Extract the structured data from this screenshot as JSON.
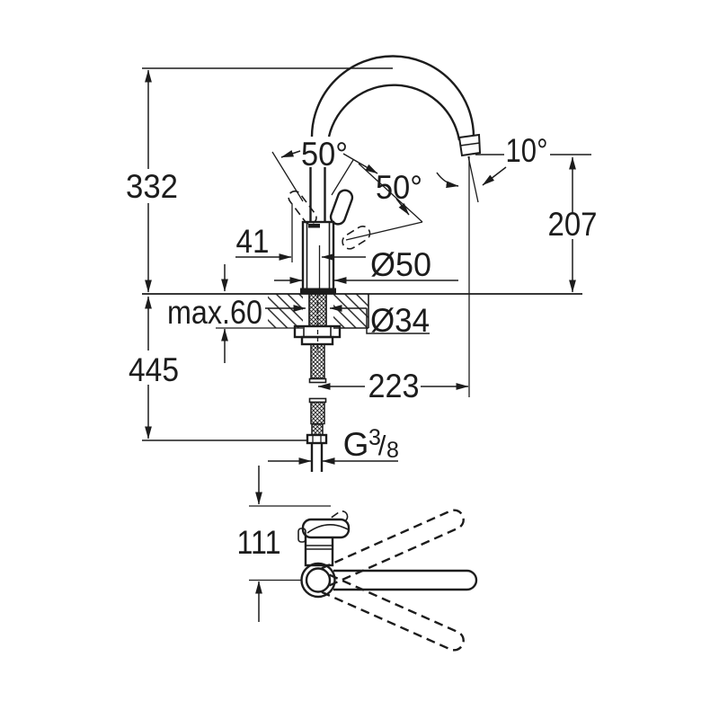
{
  "drawing": {
    "type": "technical-dimension-diagram",
    "subject": "single-lever kitchen sink mixer tap — side elevation with mounting cross-section and plan view with spout swivel range",
    "ink_color": "#1c1c1c",
    "background_color": "#ffffff"
  },
  "labels": {
    "height_above_deck": "332",
    "below_deck_hose_length": "445",
    "lever_back_clearance": "41",
    "max_deck_thickness": "max.60",
    "body_diameter": "Ø50",
    "mounting_hole_diameter": "Ø34",
    "spout_projection": "223",
    "outlet_height_above_deck": "207",
    "outlet_angle": "10°",
    "lever_angle_left": "50°",
    "lever_angle_right": "50°",
    "plan_lever_depth": "111",
    "thread_prefix": "G",
    "thread_numerator": "3",
    "thread_slash": "/",
    "thread_denominator": "8"
  }
}
